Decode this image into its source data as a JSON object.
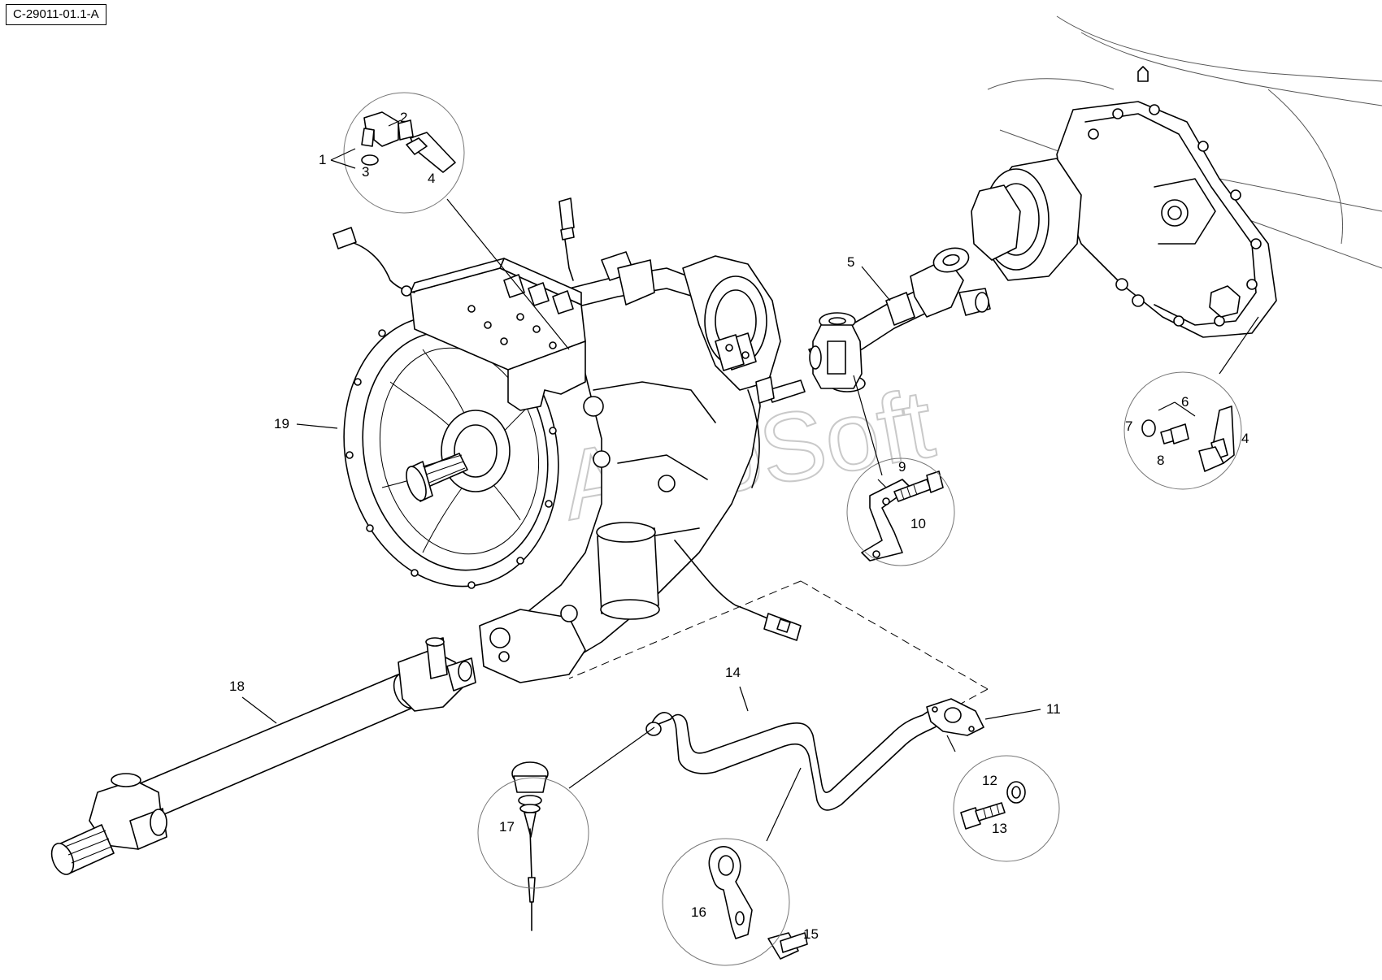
{
  "diagram": {
    "reference_code": "C-29011-01.1-A",
    "watermark": "AutoSoft",
    "callouts": [
      "1",
      "2",
      "3",
      "4",
      "4",
      "5",
      "6",
      "7",
      "8",
      "9",
      "10",
      "11",
      "12",
      "13",
      "14",
      "15",
      "16",
      "17",
      "18",
      "19"
    ]
  }
}
